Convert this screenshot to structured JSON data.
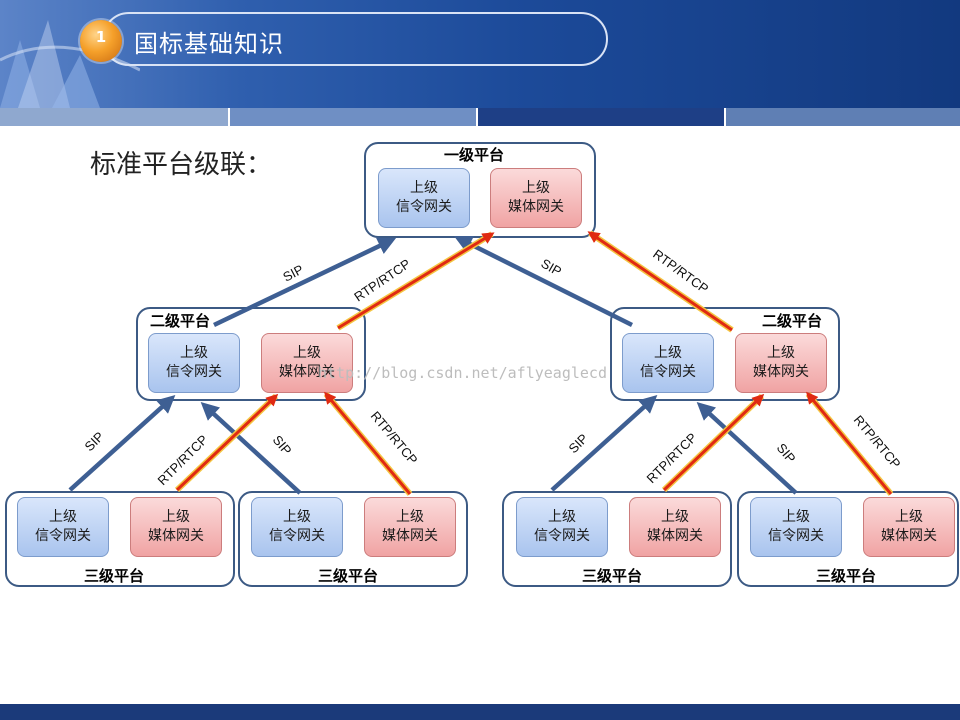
{
  "slide": {
    "badge_number": "1",
    "title": "国标基础知识",
    "subtitle": "标准平台级联："
  },
  "watermark": "http://blog.csdn.net/aflyeaglecd",
  "gateway_labels": {
    "signal": [
      "上级",
      "信令网关"
    ],
    "media": [
      "上级",
      "媒体网关"
    ]
  },
  "platforms": {
    "level1": {
      "label": "一级平台"
    },
    "level2_left": {
      "label": "二级平台"
    },
    "level2_right": {
      "label": "二级平台"
    },
    "level3_1": {
      "label": "三级平台"
    },
    "level3_2": {
      "label": "三级平台"
    },
    "level3_3": {
      "label": "三级平台"
    },
    "level3_4": {
      "label": "三级平台"
    }
  },
  "link_labels": {
    "sip": "SIP",
    "rtp": "RTP/RTCP"
  },
  "colors": {
    "sip_arrow": "#3e5f93",
    "rtp_arrow": "#e02a12",
    "rtp_outline": "#f4c542",
    "header": "#1c4a99"
  }
}
